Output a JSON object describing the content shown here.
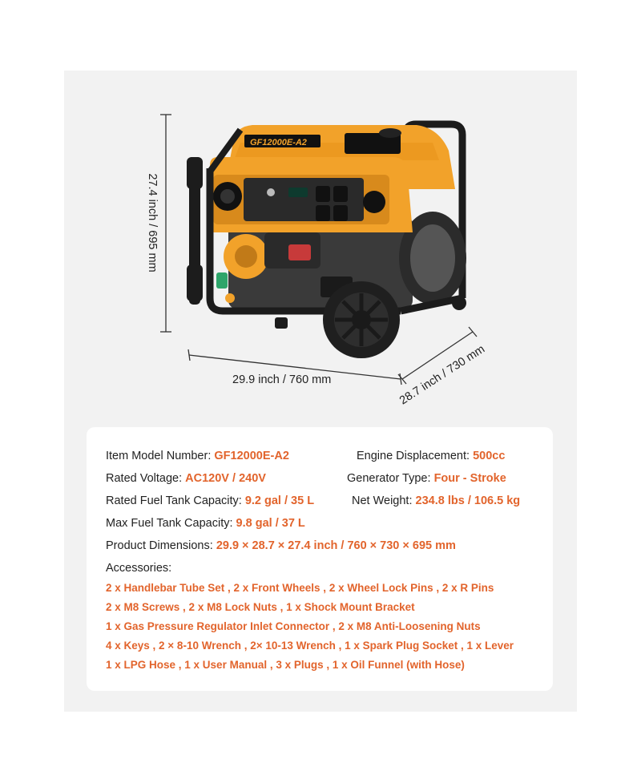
{
  "dimensions": {
    "width": "29.9 inch / 760 mm",
    "height": "27.4 inch / 695 mm",
    "depth": "28.7 inch / 730 mm"
  },
  "product": {
    "panel_label": "GF12000E-A2"
  },
  "specs": {
    "model_label": "Item Model Number:",
    "model_value": "GF12000E-A2",
    "engine_label": "Engine Displacement:",
    "engine_value": "500cc",
    "voltage_label": "Rated Voltage:",
    "voltage_value": "AC120V / 240V",
    "gen_type_label": "Generator Type:",
    "gen_type_value": "Four - Stroke",
    "rated_fuel_label": "Rated Fuel Tank Capacity:",
    "rated_fuel_value": "9.2 gal / 35 L",
    "net_weight_label": "Net Weight:",
    "net_weight_value": "234.8 lbs / 106.5 kg",
    "max_fuel_label": "Max Fuel Tank Capacity:",
    "max_fuel_value": "9.8 gal / 37 L",
    "dims_label": "Product Dimensions:",
    "dims_value": "29.9 × 28.7 × 27.4 inch / 760 × 730 × 695 mm",
    "accessories_label": "Accessories:",
    "accessories_lines": [
      "2 x Handlebar Tube Set , 2 x Front Wheels , 2 x Wheel Lock Pins , 2 x R Pins",
      "2 x M8 Screws , 2 x M8 Lock Nuts , 1 x Shock Mount Bracket",
      "1 x Gas Pressure Regulator Inlet Connector , 2 x M8 Anti-Loosening Nuts",
      "4 x Keys , 2 × 8-10 Wrench , 2× 10-13 Wrench , 1 x Spark Plug Socket , 1 x Lever",
      "1 x LPG Hose , 1 x User Manual , 3 x Plugs , 1 x Oil Funnel (with Hose)"
    ]
  },
  "colors": {
    "accent": "#e2642c",
    "generator_orange": "#f2a22a",
    "frame": "#1c1c1c",
    "background": "#f2f2f2"
  }
}
